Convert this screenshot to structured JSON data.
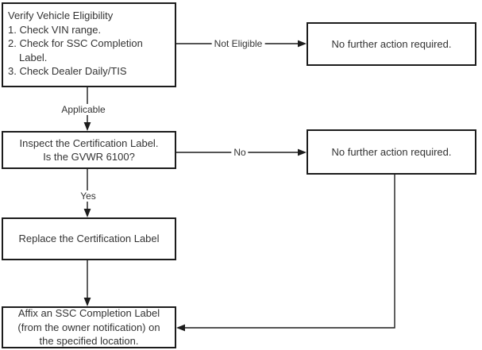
{
  "flowchart": {
    "nodes": {
      "verify": {
        "lines": [
          "Verify Vehicle Eligibility",
          "1. Check VIN range.",
          "2. Check for SSC Completion",
          "Label.",
          "3. Check Dealer Daily/TIS"
        ]
      },
      "no_action_top": {
        "text": "No further action required."
      },
      "inspect": {
        "lines": [
          "Inspect the Certification Label.",
          "Is the GVWR 6100?"
        ]
      },
      "no_action_mid": {
        "text": "No further action required."
      },
      "replace": {
        "text": "Replace the Certification Label"
      },
      "affix": {
        "lines": [
          "Affix an SSC Completion Label",
          "(from the owner notification) on",
          "the specified location."
        ]
      }
    },
    "edge_labels": {
      "not_eligible": "Not Eligible",
      "applicable": "Applicable",
      "no": "No",
      "yes": "Yes"
    },
    "colors": {
      "line": "#1c1c1c",
      "text": "#333333",
      "background": "#ffffff"
    }
  }
}
